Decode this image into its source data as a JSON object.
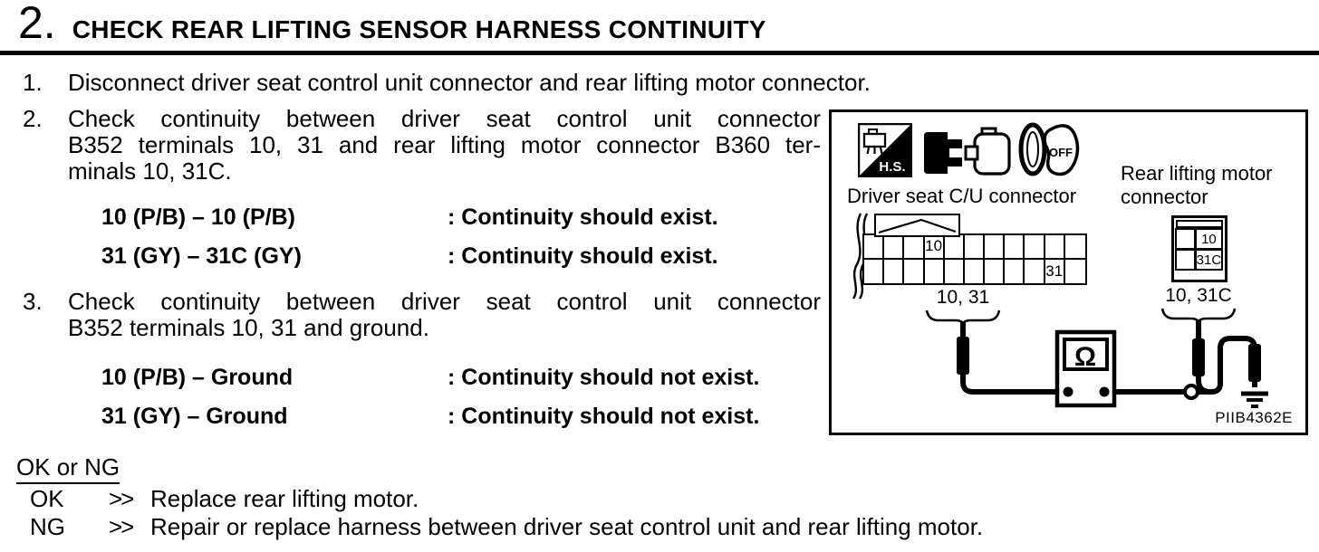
{
  "page": {
    "step_number": "2.",
    "title": "CHECK REAR LIFTING SENSOR HARNESS CONTINUITY",
    "ink_color": "#000000",
    "paper_color": "#ffffff"
  },
  "steps": [
    {
      "number": "1.",
      "lines": [
        "Disconnect driver seat control unit connector and rear lifting motor connector."
      ]
    },
    {
      "number": "2.",
      "lines": [
        "Check continuity between driver seat control unit connector",
        "B352 terminals 10, 31 and rear lifting motor connector B360 ter-",
        "minals 10, 31C."
      ],
      "specs": [
        {
          "terminals": "10 (P/B) – 10 (P/B)",
          "result": ": Continuity should exist."
        },
        {
          "terminals": "31 (GY) – 31C (GY)",
          "result": ": Continuity should exist."
        }
      ]
    },
    {
      "number": "3.",
      "lines": [
        "Check continuity between driver seat control unit connector",
        "B352 terminals 10, 31 and ground."
      ],
      "specs": [
        {
          "terminals": "10 (P/B) – Ground",
          "result": ": Continuity should not exist."
        },
        {
          "terminals": "31 (GY) – Ground",
          "result": ": Continuity should not exist."
        }
      ]
    }
  ],
  "result_section": {
    "heading": "OK or NG",
    "outcomes": [
      {
        "label": "OK",
        "arrow": ">>",
        "action": "Replace rear lifting motor."
      },
      {
        "label": "NG",
        "arrow": ">>",
        "action": "Repair or replace harness between driver seat control unit and rear lifting motor."
      }
    ]
  },
  "figure": {
    "hs_icon_label": "H.S.",
    "key_icon_label": "OFF",
    "left_connector_label": "Driver seat C/U connector",
    "right_connector_label_line1": "Rear lifting motor",
    "right_connector_label_line2": "connector",
    "left_terminal_10": "10",
    "left_terminal_31": "31",
    "right_terminal_10": "10",
    "right_terminal_31c": "31C",
    "left_brace_label": "10, 31",
    "right_brace_label": "10, 31C",
    "meter_symbol": "Ω",
    "figure_code": "PIIB4362E"
  }
}
